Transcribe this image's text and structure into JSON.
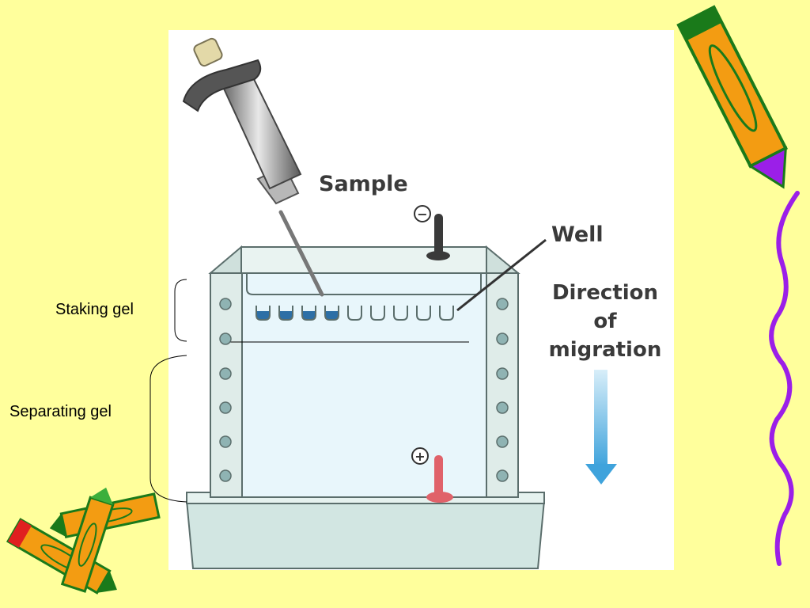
{
  "labels": {
    "staking_gel": "Staking gel",
    "separating_gel": "Separating gel",
    "sample": "Sample",
    "well": "Well",
    "direction_line1": "Direction",
    "direction_line2": "of",
    "direction_line3": "migration",
    "negative_symbol": "−",
    "positive_symbol": "+"
  },
  "wells": {
    "total": 9,
    "filled": 4
  },
  "colors": {
    "slide_background": "#ffff9c",
    "sample_dye": "#2d6fa6",
    "positive_electrode": "#e0626a",
    "negative_electrode": "#3a3a3a",
    "arrow": "#3fa3dc",
    "gel": "#e8f6fb",
    "pencil_body": "#f39c12",
    "pencil_green": "#1a7a1a",
    "squiggle": "#9b1fe8"
  },
  "icons": [
    "pipette-icon",
    "pencil-icon",
    "crayon-icon",
    "squiggle-decoration"
  ]
}
